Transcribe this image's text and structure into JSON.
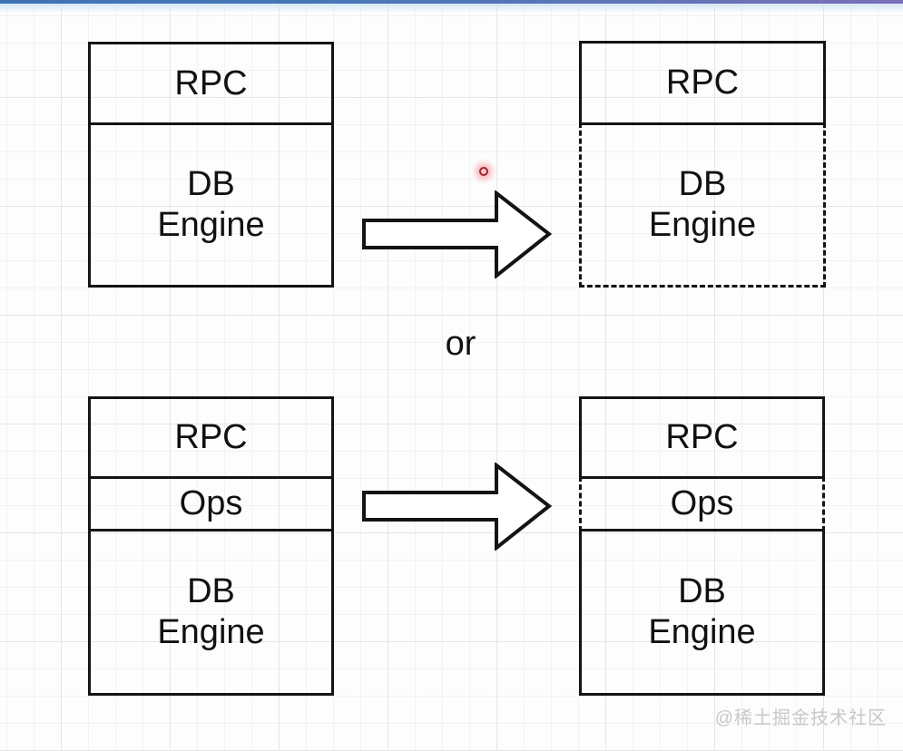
{
  "accent_bar": {
    "color_left": "#3d74b5",
    "color_right": "#7b70b7"
  },
  "diagram": {
    "or_label": "or",
    "stroke_color": "#141414",
    "laser_dot_color": "#a3242e",
    "stacks": {
      "top_left": {
        "sections": [
          {
            "label": "RPC",
            "border": "solid"
          },
          {
            "label": "DB\nEngine",
            "border": "solid"
          }
        ]
      },
      "top_right": {
        "sections": [
          {
            "label": "RPC",
            "border": "solid"
          },
          {
            "label": "DB\nEngine",
            "border": "dashed"
          }
        ]
      },
      "bottom_left": {
        "sections": [
          {
            "label": "RPC",
            "border": "solid"
          },
          {
            "label": "Ops",
            "border": "solid"
          },
          {
            "label": "DB\nEngine",
            "border": "solid"
          }
        ]
      },
      "bottom_right": {
        "sections": [
          {
            "label": "RPC",
            "border": "solid"
          },
          {
            "label": "Ops",
            "border": "dashed-sides"
          },
          {
            "label": "DB\nEngine",
            "border": "solid"
          }
        ]
      }
    }
  },
  "watermark": {
    "text": "@稀土掘金技术社区"
  }
}
